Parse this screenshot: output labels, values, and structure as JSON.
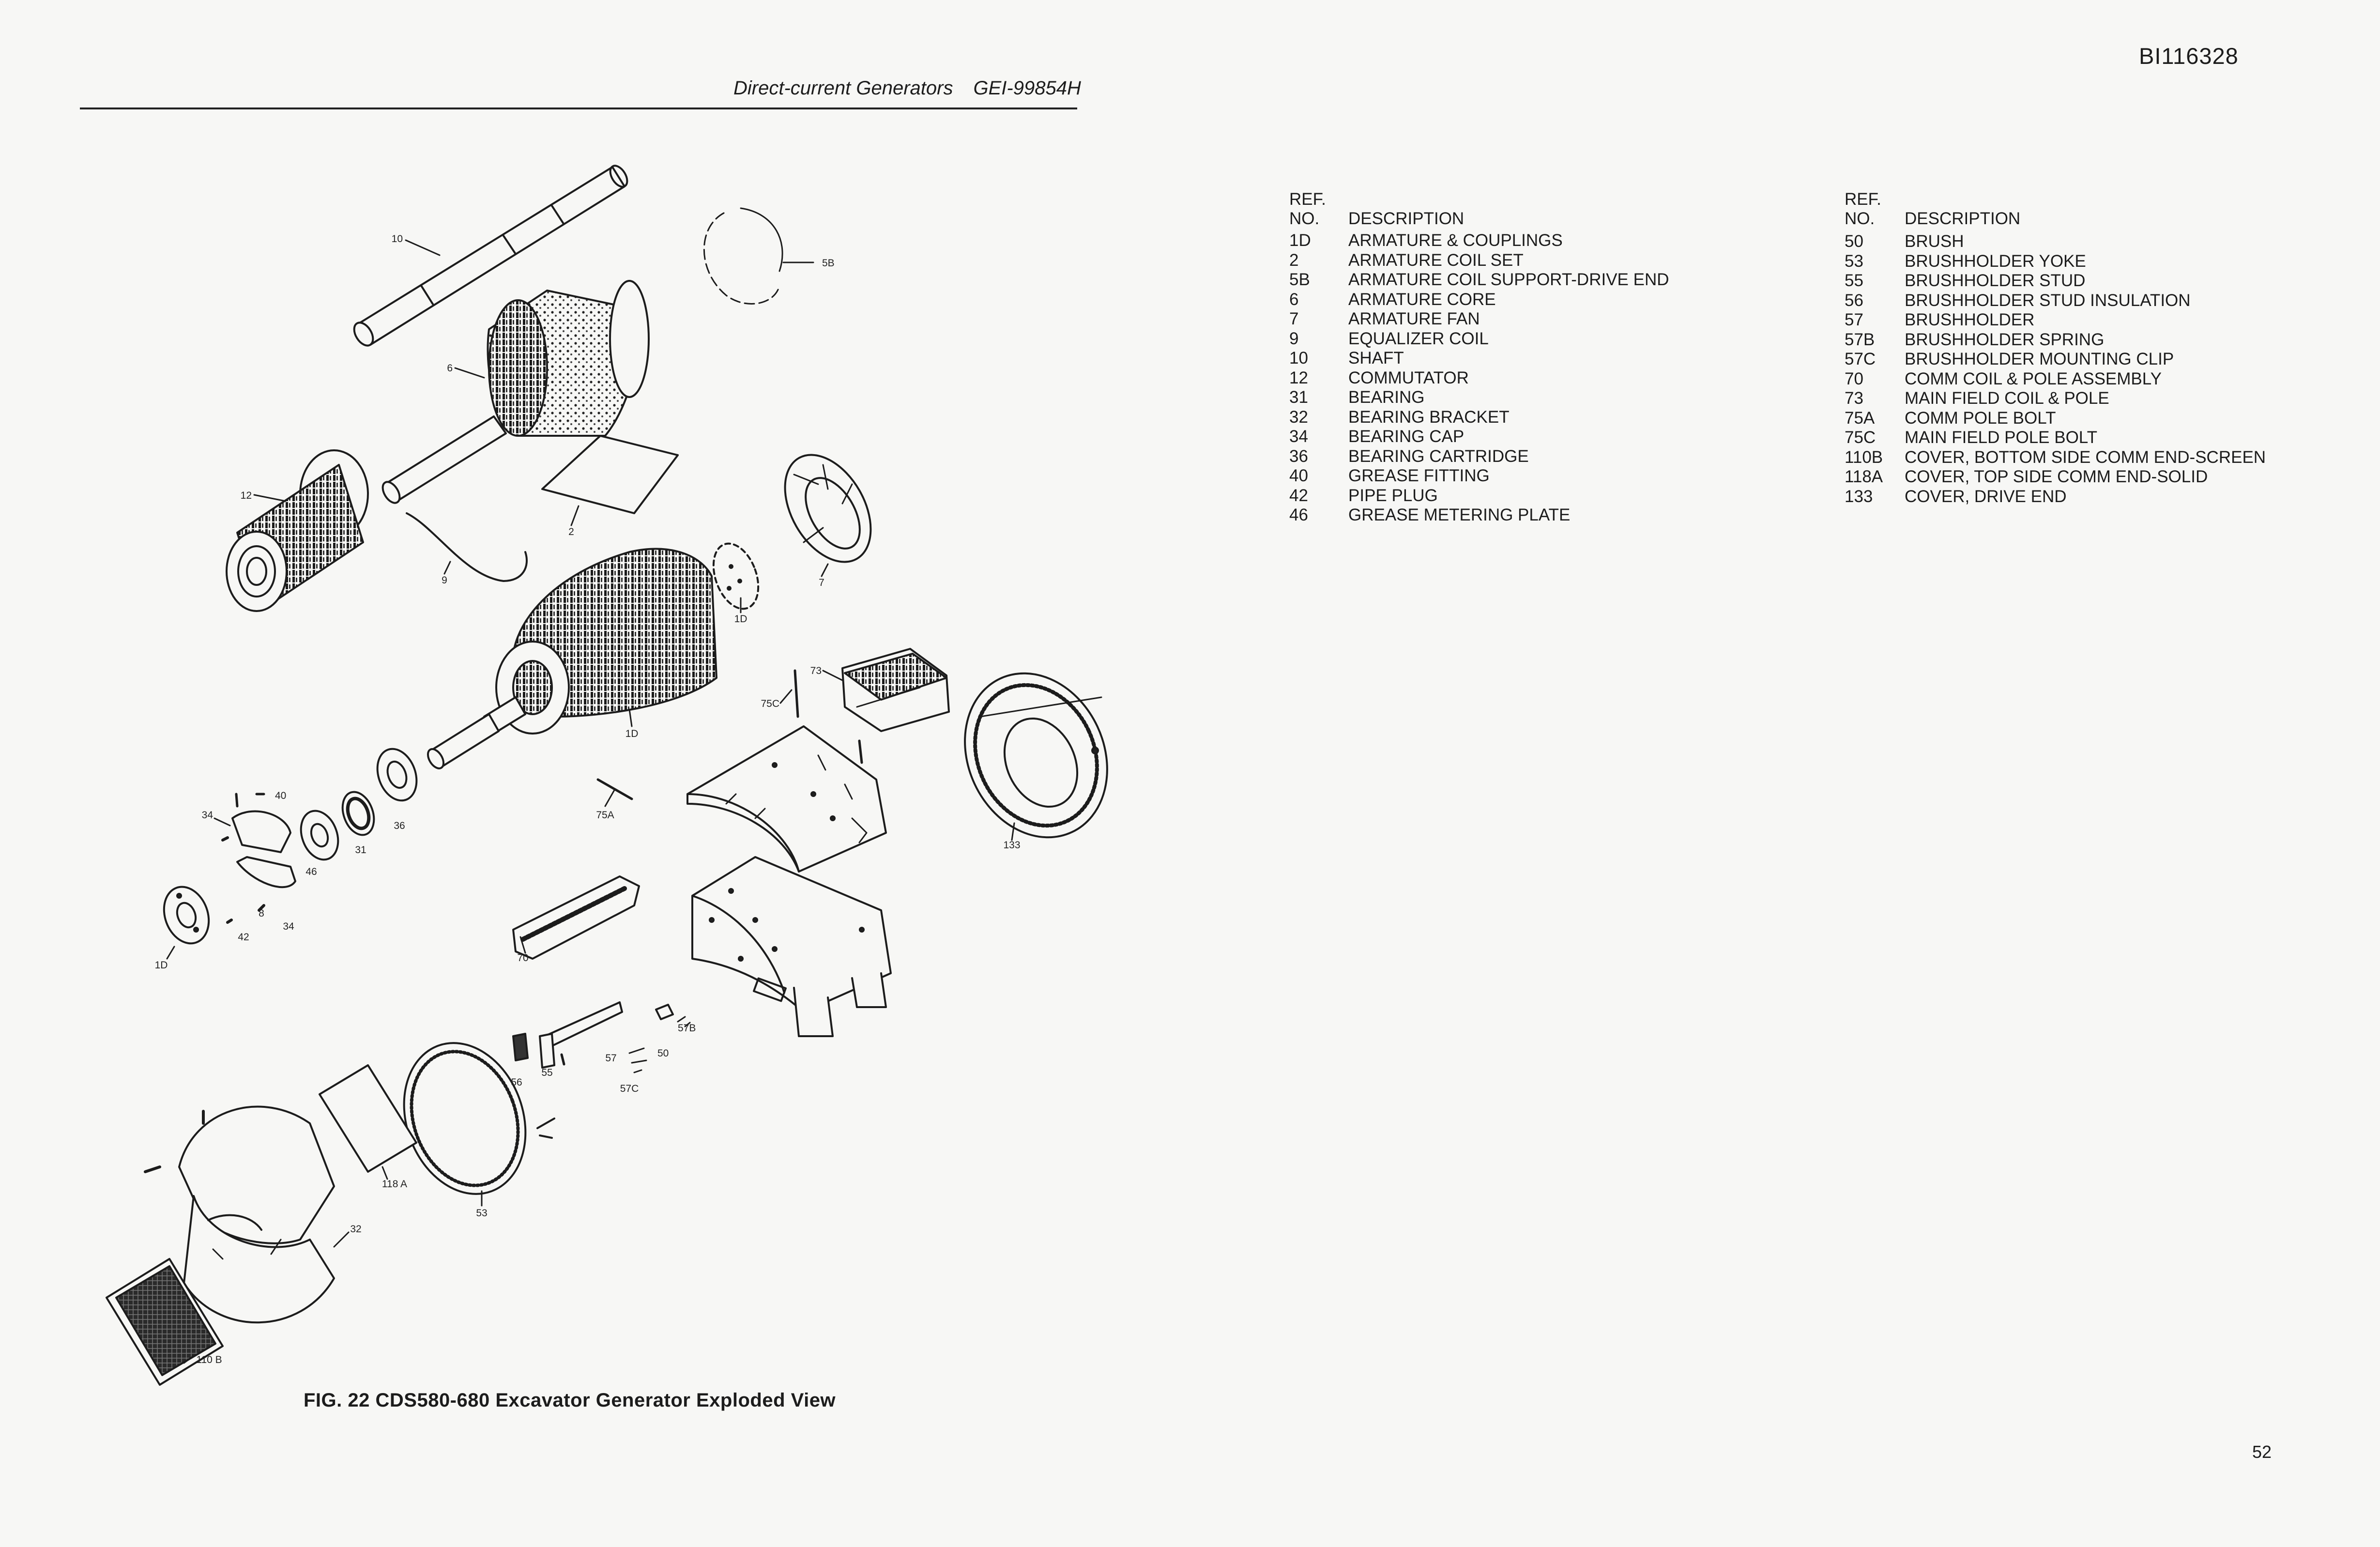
{
  "page": {
    "doc_id": "BI116328",
    "header_title": "Direct-current Generators",
    "header_doc": "GEI-99854H",
    "page_number": "52"
  },
  "figure": {
    "caption": "FIG. 22 CDS580-680 Excavator Generator Exploded View",
    "callouts": {
      "c10": "10",
      "c5b": "5B",
      "c6": "6",
      "c12": "12",
      "c2": "2",
      "c9": "9",
      "c7": "7",
      "c1d_a": "1D",
      "c1d_b": "1D",
      "c73": "73",
      "c75c": "75C",
      "c75a": "75A",
      "c40": "40",
      "c34_a": "34",
      "c36": "36",
      "c31": "31",
      "c46": "46",
      "c133": "133",
      "c8": "8",
      "c42": "42",
      "c34_b": "34",
      "c1d_c": "1D",
      "c70": "70",
      "c57b": "57B",
      "c50": "50",
      "c57": "57",
      "c55": "55",
      "c56": "56",
      "c57c": "57C",
      "c118a": "118 A",
      "c53": "53",
      "c32": "32",
      "c110b": "110 B"
    }
  },
  "parts_left": {
    "ref_label_1": "REF.",
    "ref_label_2": "NO.",
    "desc_label": "DESCRIPTION",
    "rows": [
      {
        "ref": "1D",
        "desc": "ARMATURE & COUPLINGS"
      },
      {
        "ref": "2",
        "desc": "ARMATURE COIL SET"
      },
      {
        "ref": "5B",
        "desc": "ARMATURE COIL SUPPORT-DRIVE END"
      },
      {
        "ref": "6",
        "desc": "ARMATURE CORE"
      },
      {
        "ref": "7",
        "desc": "ARMATURE FAN"
      },
      {
        "ref": "9",
        "desc": "EQUALIZER COIL"
      },
      {
        "ref": "10",
        "desc": "SHAFT"
      },
      {
        "ref": "12",
        "desc": "COMMUTATOR"
      },
      {
        "ref": "31",
        "desc": "BEARING"
      },
      {
        "ref": "32",
        "desc": "BEARING BRACKET"
      },
      {
        "ref": "34",
        "desc": "BEARING CAP"
      },
      {
        "ref": "36",
        "desc": "BEARING CARTRIDGE"
      },
      {
        "ref": "40",
        "desc": "GREASE FITTING"
      },
      {
        "ref": "42",
        "desc": "PIPE PLUG"
      },
      {
        "ref": "46",
        "desc": "GREASE METERING PLATE"
      }
    ]
  },
  "parts_right": {
    "ref_label_1": "REF.",
    "ref_label_2": "NO.",
    "desc_label": "DESCRIPTION",
    "rows": [
      {
        "ref": "50",
        "desc": "BRUSH"
      },
      {
        "ref": "53",
        "desc": "BRUSHHOLDER YOKE"
      },
      {
        "ref": "55",
        "desc": "BRUSHHOLDER STUD"
      },
      {
        "ref": "56",
        "desc": "BRUSHHOLDER STUD INSULATION"
      },
      {
        "ref": "57",
        "desc": "BRUSHHOLDER"
      },
      {
        "ref": "57B",
        "desc": "BRUSHHOLDER SPRING"
      },
      {
        "ref": "57C",
        "desc": "BRUSHHOLDER MOUNTING CLIP"
      },
      {
        "ref": "70",
        "desc": "COMM COIL & POLE ASSEMBLY"
      },
      {
        "ref": "73",
        "desc": "MAIN FIELD COIL & POLE"
      },
      {
        "ref": "75A",
        "desc": "COMM POLE BOLT"
      },
      {
        "ref": "75C",
        "desc": "MAIN FIELD POLE BOLT"
      },
      {
        "ref": "110B",
        "desc": "COVER, BOTTOM SIDE COMM END-SCREEN"
      },
      {
        "ref": "118A",
        "desc": "COVER, TOP SIDE COMM END-SOLID"
      },
      {
        "ref": "133",
        "desc": "COVER, DRIVE END"
      }
    ]
  }
}
